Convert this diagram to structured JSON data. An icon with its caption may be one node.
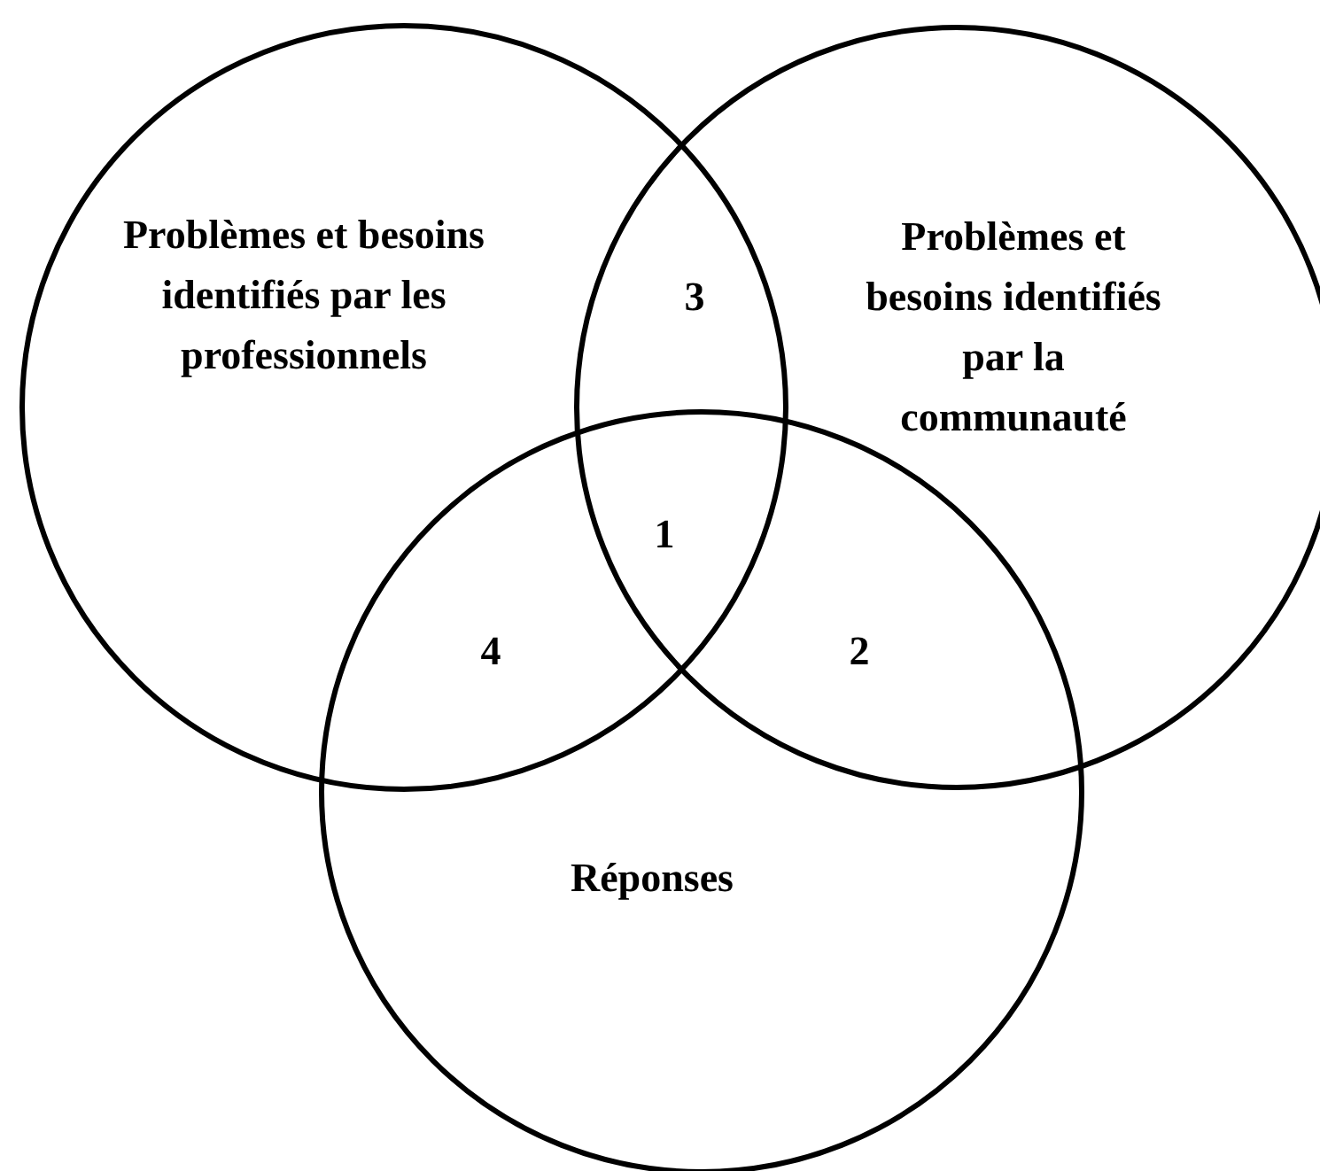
{
  "diagram": {
    "nodes": [
      {
        "text": [
          "Problèmes et besoins identifiés par les professionnels"
        ]
      },
      {
        "text": [
          "Problèmes et besoins identifiés par la communauté"
        ]
      },
      {
        "text": [
          "Réponses"
        ]
      }
    ],
    "labels": [
      "3",
      "1",
      "4",
      "2"
    ]
  }
}
